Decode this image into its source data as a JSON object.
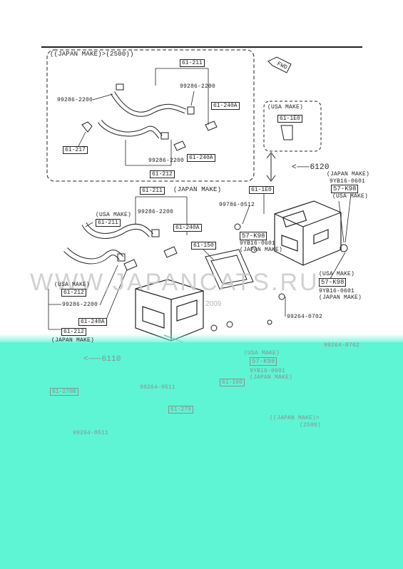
{
  "watermark": {
    "text": "WWW.JAPANCATS.RU",
    "year": "2009"
  },
  "top_group": {
    "header": "((JAPAN MAKE)>(2500))"
  },
  "usa_group": {
    "header": "(USA MAKE)"
  },
  "fwd_arrow": {
    "label": "FWD"
  },
  "labels": {
    "p61_211_top": "61-211",
    "p99286_2200_a": "99286-2200",
    "p99286_2200_b": "99286-2200",
    "p61_240A_a": "61-240A",
    "p61_217": "61-217",
    "p99286_2200_c": "99286-2200",
    "p61_240A_b": "61-240A",
    "p61_212_top": "61-212",
    "p61_1E0_usa": "61-1E0",
    "p6120": "6120",
    "r_japan_make_1": "(JAPAN MAKE)",
    "r_9yb16_0601_1": "9YB16-0601",
    "r_57k98_1": "57-K98",
    "r_usa_make_1": "(USA MAKE)",
    "p61_211_mid": "61-211",
    "p61_211_mid_note": "(JAPAN MAKE)",
    "p61_1E0_mid": "61-1E0",
    "p99786_0512": "99786-0512",
    "p99286_2200_d": "99286-2200",
    "m_usa_make": "(USA MAKE)",
    "p61_211_mid2": "61-211",
    "p61_240A_c": "61-240A",
    "p57k98_mid": "57-K98",
    "p9yb16_0601_mid": "9YB16-0601",
    "m_japan_make": "(JAPAN MAKE)",
    "p61_150": "61-150",
    "r_usa_make_2": "(USA MAKE)",
    "r_57k98_2": "57-K98",
    "r_9yb16_0601_2": "9YB16-0601",
    "r_japan_make_2": "(JAPAN MAKE)",
    "l_usa_make": "(USA MAKE)",
    "p61_212_usa": "61-212",
    "p99286_2200_e": "99286-2200",
    "p61_240A_d": "61-240A",
    "p61_212_jp": "61-212",
    "l_japan_make": "(JAPAN MAKE)",
    "p99264_0702_a": "99264-0702",
    "p99264_0702_b": "99264-0702",
    "b_usa_make": "(USA MAKE)",
    "b_57k98": "57-K98",
    "b_9yb16_0601": "9YB16-0601",
    "b_japan_make": "(JAPAN MAKE)",
    "p6110": "6110",
    "p61_270B": "61-270B",
    "p99264_0511_a": "99264-0511",
    "p61_160": "61-160",
    "p61_279": "61-279",
    "p99264_0511_b": "99264-0511",
    "b_japan_2500": "((JAPAN MAKE)>",
    "b_2500": "(2500)"
  }
}
